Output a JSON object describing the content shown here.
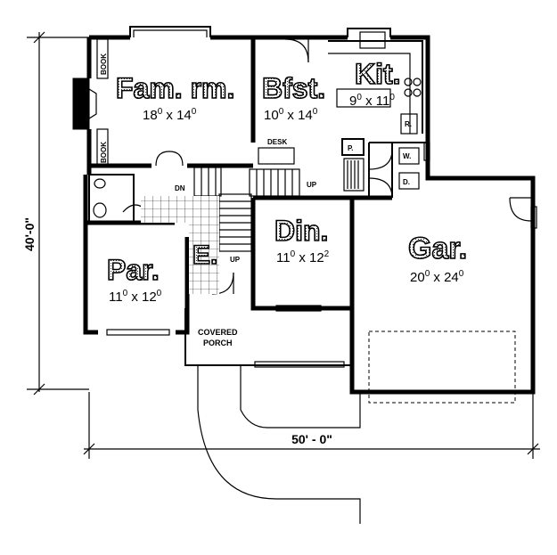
{
  "rooms": {
    "family": {
      "name": "Fam. rm.",
      "w": "18",
      "w_in": "0",
      "h": "14",
      "h_in": "0"
    },
    "breakfast": {
      "name": "Bfst.",
      "w": "10",
      "w_in": "0",
      "h": "14",
      "h_in": "0"
    },
    "kitchen": {
      "name": "Kit.",
      "w": "9",
      "w_in": "0",
      "h": "11",
      "h_in": "0"
    },
    "dining": {
      "name": "Din.",
      "w": "11",
      "w_in": "0",
      "h": "12",
      "h_in": "2"
    },
    "garage": {
      "name": "Gar.",
      "w": "20",
      "w_in": "0",
      "h": "24",
      "h_in": "0"
    },
    "parlor": {
      "name": "Par.",
      "w": "11",
      "w_in": "0",
      "h": "12",
      "h_in": "0"
    },
    "entry": {
      "name": "E."
    }
  },
  "labels": {
    "book": "BOOK",
    "desk": "DESK",
    "pantry": "P.",
    "range": "R.",
    "washer": "W.",
    "dryer": "D.",
    "up": "UP",
    "dn": "DN",
    "covered": "COVERED",
    "porch": "PORCH"
  },
  "dimensions": {
    "depth": "40'-0\"",
    "width": "50' - 0\""
  },
  "sep": "x"
}
